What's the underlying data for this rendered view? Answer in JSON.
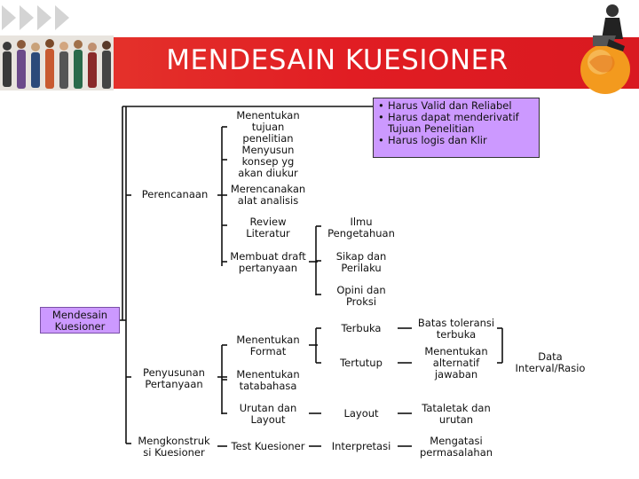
{
  "title": "MENDESAIN KUESIONER",
  "colors": {
    "header": "#e11d23",
    "box_fill": "#cc99ff",
    "line": "#111111",
    "text": "#111111"
  },
  "icons": [
    "decorative-arrows",
    "crowd-photo",
    "person-laptop-globe"
  ],
  "root": "Mendesain\nKuesioner",
  "branches": {
    "perencanaan": "Perencanaan",
    "penyusunan": "Penyusunan\nPertanyaan",
    "mengkonstruksi": "Mengkonstruk\nsi Kuesioner"
  },
  "perencanaan_items": {
    "tujuan": "Menentukan\ntujuan\npenelitian",
    "konsep": "Menyusun\nkonsep yg\nakan diukur",
    "analisis": "Merencanakan\nalat analisis",
    "literatur": "Review\nLiteratur",
    "draft": "Membuat draft\npertanyaan"
  },
  "requirements": [
    "Harus Valid dan Reliabel",
    "Harus dapat menderivatif Tujuan Penelitian",
    "Harus logis dan Klir"
  ],
  "draft_targets": {
    "ilmu": "Ilmu\nPengetahuan",
    "sikap": "Sikap dan\nPerilaku",
    "opini": "Opini dan\nProksi"
  },
  "penyusunan_items": {
    "format": "Menentukan\nFormat",
    "tatabahasa": "Menentukan\ntatabahasa",
    "urutan": "Urutan dan\nLayout"
  },
  "format_types": {
    "terbuka": "Terbuka",
    "tertutup": "Tertutup"
  },
  "format_details": {
    "batas": "Batas toleransi\nterbuka",
    "alternatif": "Menentukan\nalternatif\njawaban"
  },
  "data_interval": "Data\nInterval/Rasio",
  "layout_row": {
    "layout": "Layout",
    "tataletak": "Tataletak dan\nurutan"
  },
  "test_row": {
    "test": "Test Kuesioner",
    "interpretasi": "Interpretasi",
    "mengatasi": "Mengatasi\npermasalahan"
  }
}
